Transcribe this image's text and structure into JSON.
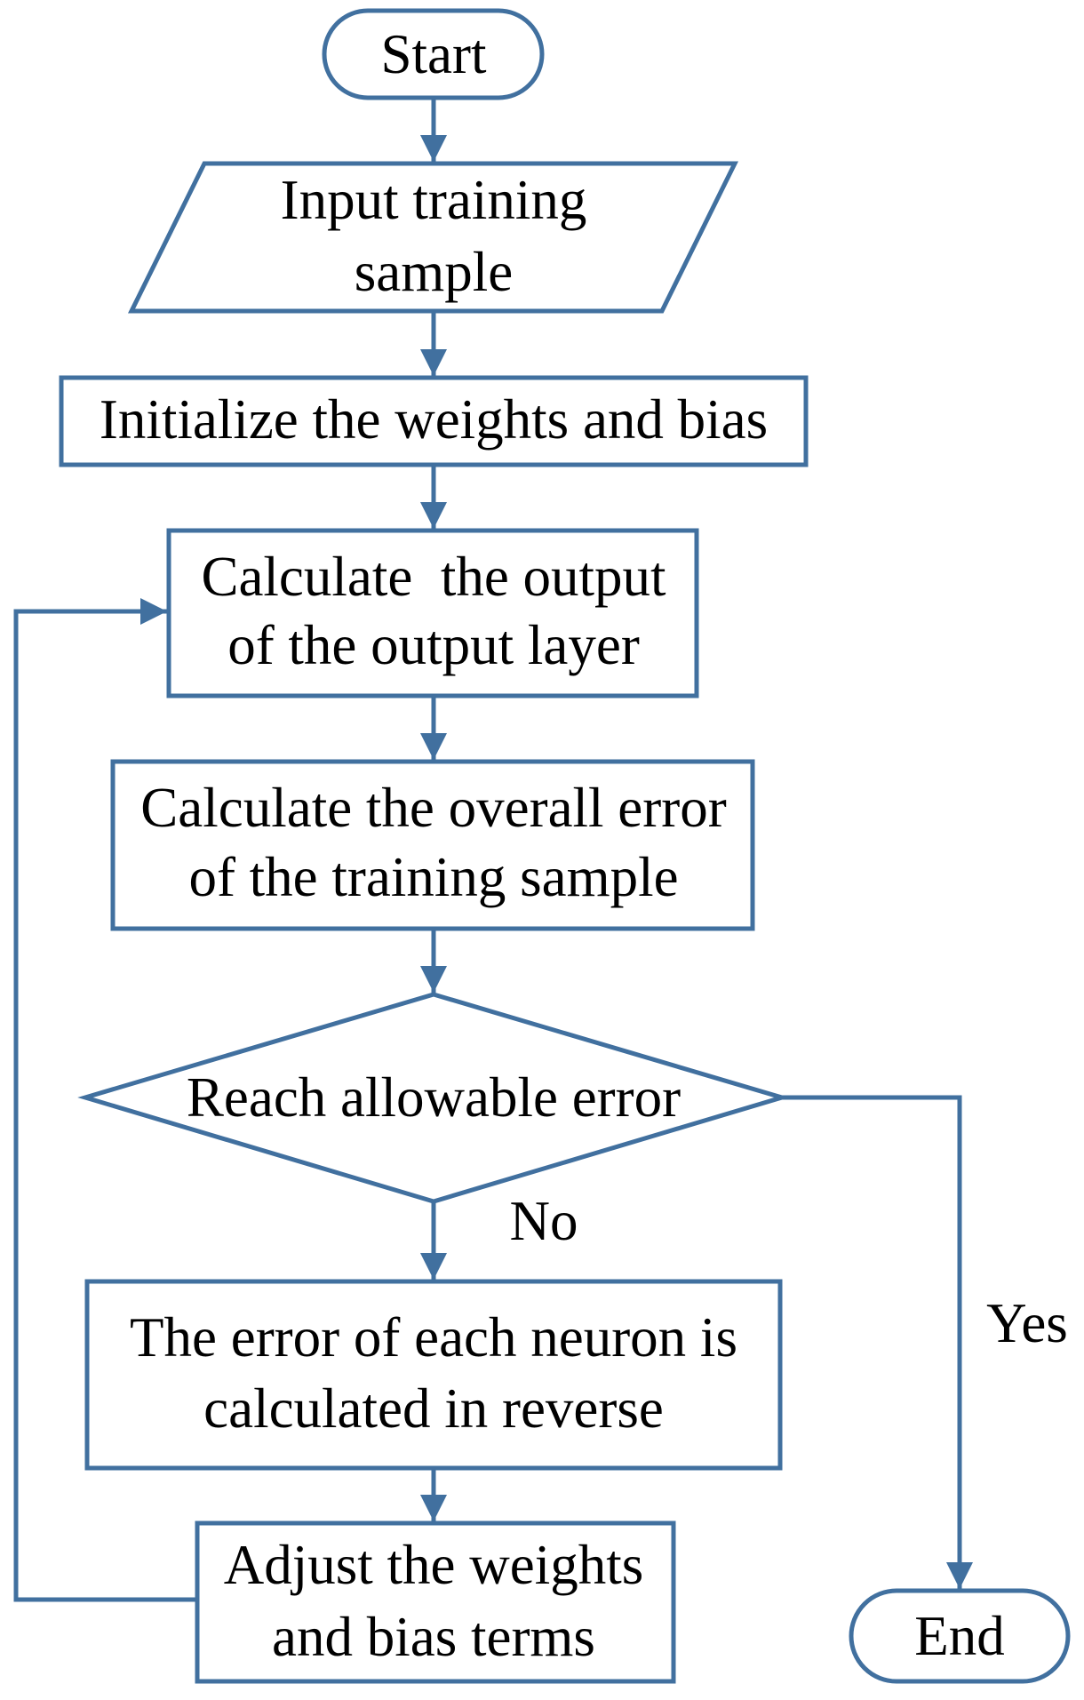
{
  "nodes": {
    "start": "Start",
    "input": [
      "Input training",
      "sample"
    ],
    "init": "Initialize the weights and bias",
    "calc_output": [
      "Calculate  the output",
      "of the output layer"
    ],
    "calc_error": [
      "Calculate the overall error",
      "of the training sample"
    ],
    "decision": "Reach allowable error",
    "reverse": [
      "The error of each neuron is",
      "calculated in reverse"
    ],
    "adjust": [
      "Adjust the weights",
      "and bias terms"
    ],
    "end": "End"
  },
  "edges": {
    "no_label": "No",
    "yes_label": "Yes"
  },
  "colors": {
    "stroke": "#41709f",
    "fill": "#ffffff",
    "text": "#000000"
  }
}
